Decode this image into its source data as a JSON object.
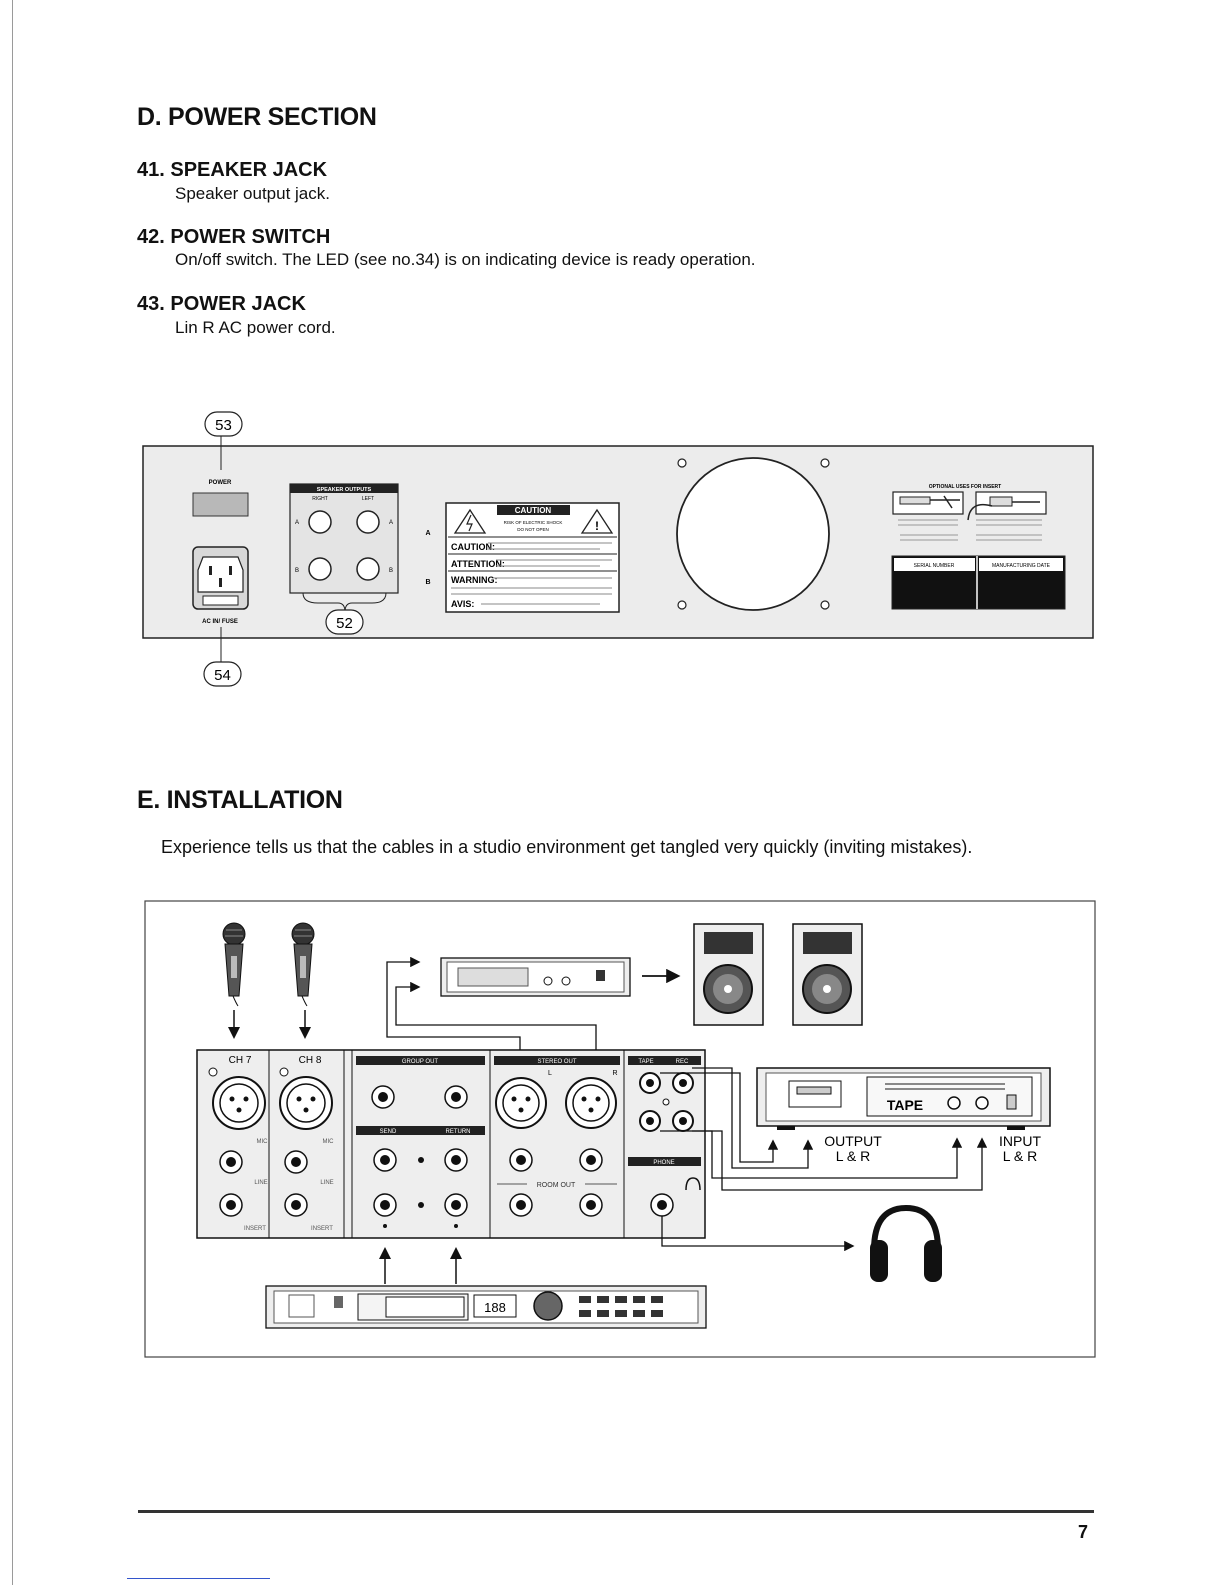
{
  "power_section": {
    "heading": "D. POWER SECTION",
    "items": [
      {
        "title": "41. SPEAKER JACK",
        "desc": "Speaker output jack."
      },
      {
        "title": "42. POWER SWITCH",
        "desc": "On/off switch. The LED (see no.34) is on indicating device is ready operation."
      },
      {
        "title": "43. POWER JACK",
        "desc": "Lin R AC power cord."
      }
    ]
  },
  "rear_panel": {
    "callouts": [
      "53",
      "52",
      "54"
    ],
    "power_label": "POWER",
    "ac_label": "AC IN/ FUSE",
    "speaker_outputs": {
      "title": "SPEAKER OUTPUTS",
      "right": "RIGHT",
      "left": "LEFT",
      "a": "A",
      "b": "B"
    },
    "caution": {
      "title": "CAUTION",
      "shock": "RISK OF ELECTRIC SHOCK",
      "do_not_open": "DO NOT OPEN",
      "caution_word": "CAUTION:",
      "attention_word": "ATTENTION:",
      "warning_word": "WARNING:",
      "avis_word": "AVIS:"
    },
    "inserts_title": "OPTIONAL USES FOR INSERT",
    "serial_label": "SERIAL NUMBER",
    "date_label": "MANUFACTURING DATE"
  },
  "installation": {
    "heading": "E. INSTALLATION",
    "intro": "Experience tells us that the cables in a studio environment get tangled very quickly (inviting mistakes).",
    "mixer": {
      "ch7": "CH 7",
      "ch8": "CH 8",
      "mic": "MIC",
      "line": "LINE",
      "insert": "INSERT",
      "group_out": "GROUP OUT",
      "send": "SEND",
      "return": "RETURN",
      "stereo_out": "STEREO OUT",
      "l": "L",
      "r": "R",
      "room_out": "ROOM OUT",
      "tape": "TAPE",
      "rec": "REC",
      "phone": "PHONE"
    },
    "tape_deck_label": "TAPE",
    "output_label": "OUTPUT",
    "input_label": "INPUT",
    "lr_label": "L & R",
    "effects_display": "188"
  },
  "footer": {
    "page_number": "7"
  }
}
